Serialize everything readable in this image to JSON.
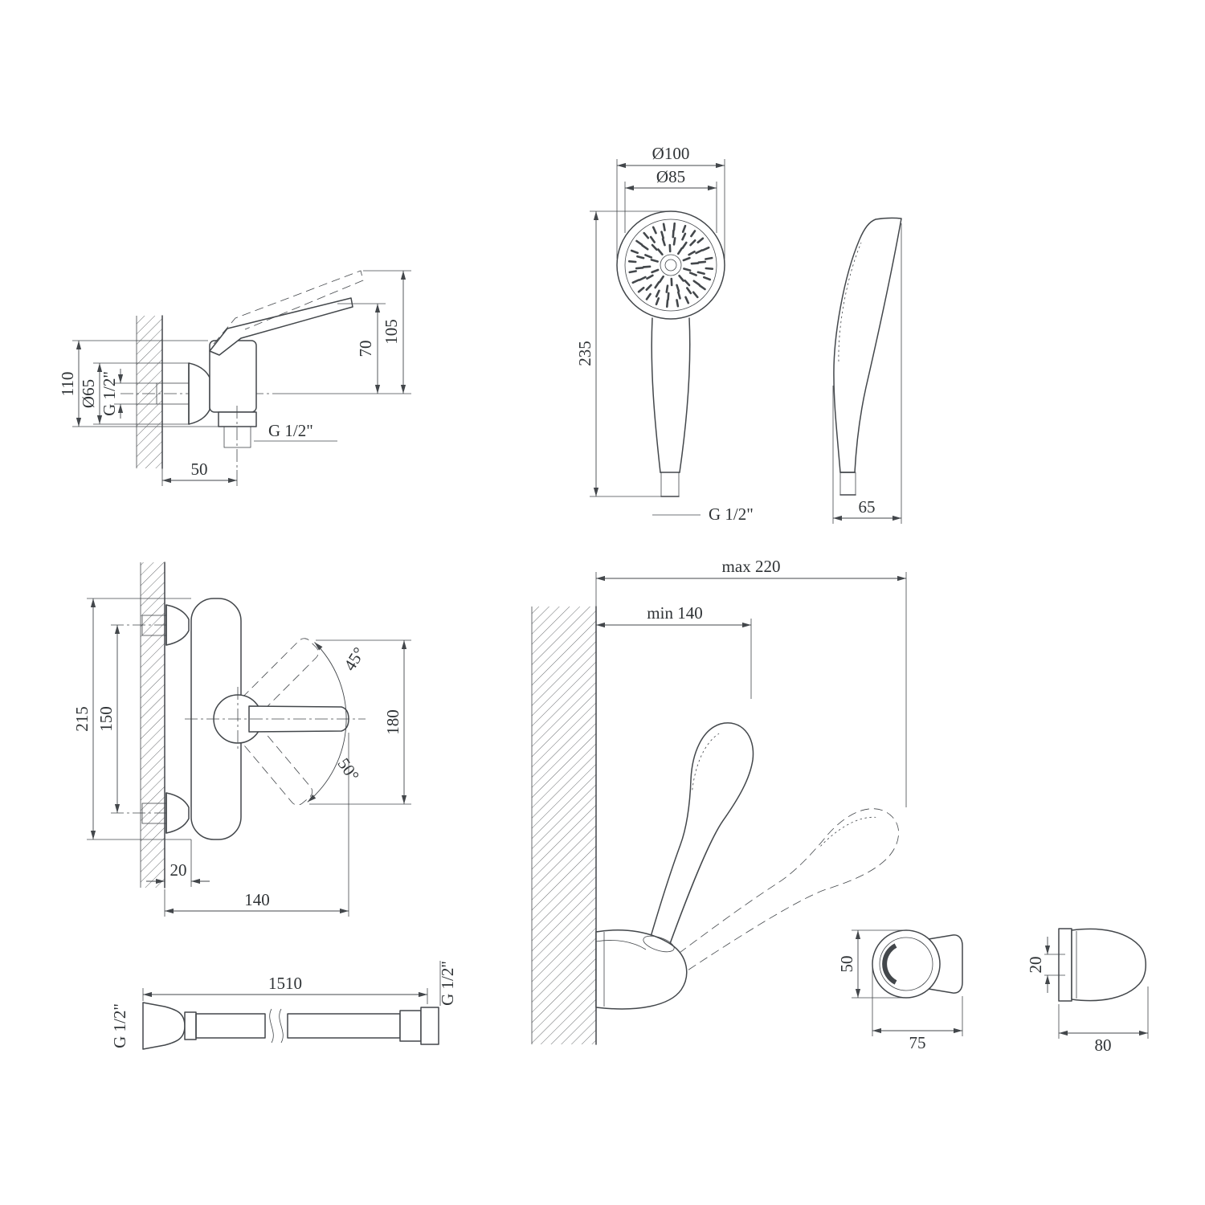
{
  "colors": {
    "background": "#ffffff",
    "line": "#43474b"
  },
  "views": {
    "mixer_side": {
      "dims": {
        "height_total": "110",
        "escutcheon_diameter": "Ø65",
        "inlet_thread": "G 1/2\"",
        "lever_height": "70",
        "lever_max_height": "105",
        "outlet_offset": "50",
        "outlet_thread": "G 1/2\""
      }
    },
    "handset": {
      "dims": {
        "outer_diameter": "Ø100",
        "face_diameter": "Ø85",
        "length": "235",
        "thread": "G 1/2\"",
        "depth": "65"
      }
    },
    "mixer_front": {
      "dims": {
        "body_height": "215",
        "centers_distance": "150",
        "swivel_up_angle": "45°",
        "swivel_down_angle": "50°",
        "spout_span": "180",
        "wall_offset": "20",
        "spout_length": "140"
      }
    },
    "holder_assembly": {
      "dims": {
        "max_reach": "max 220",
        "min_reach": "min 140"
      }
    },
    "hose": {
      "dims": {
        "length": "1510",
        "thread_left": "G 1/2\"",
        "thread_right": "G 1/2\""
      }
    },
    "holder_side": {
      "dims": {
        "height": "50",
        "width": "75"
      }
    },
    "holder_back": {
      "dims": {
        "screw_spacing": "20",
        "width": "80"
      }
    }
  }
}
